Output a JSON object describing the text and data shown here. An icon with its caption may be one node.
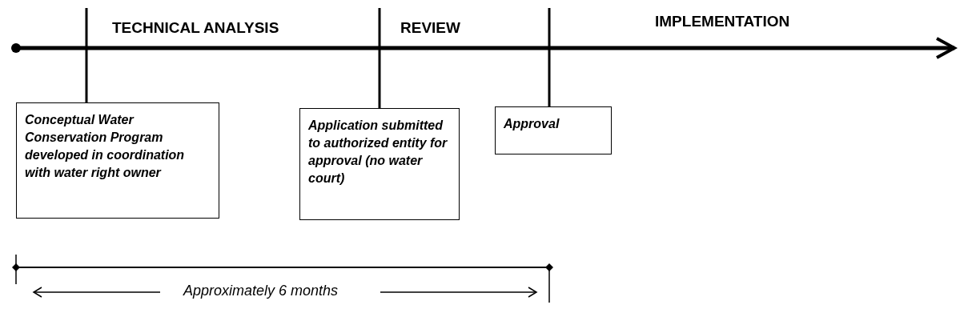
{
  "diagram": {
    "nodes": [
      {
        "text": [
          "Conceptual Water Conservation Program developed in coordination with water right owner"
        ]
      },
      {
        "text": [
          "Application submitted to authorized entity for approval (no water court)"
        ]
      },
      {
        "text": [
          "Approval"
        ]
      }
    ],
    "edges": [
      {
        "from": 0,
        "to": null,
        "arrow": "none"
      },
      {
        "from": 1,
        "to": null,
        "arrow": "none"
      },
      {
        "from": 2,
        "to": null,
        "arrow": "none"
      }
    ],
    "labels": [
      "TECHNICAL ANALYSIS",
      "REVIEW",
      "IMPLEMENTATION",
      "Approximately 6 months"
    ]
  }
}
